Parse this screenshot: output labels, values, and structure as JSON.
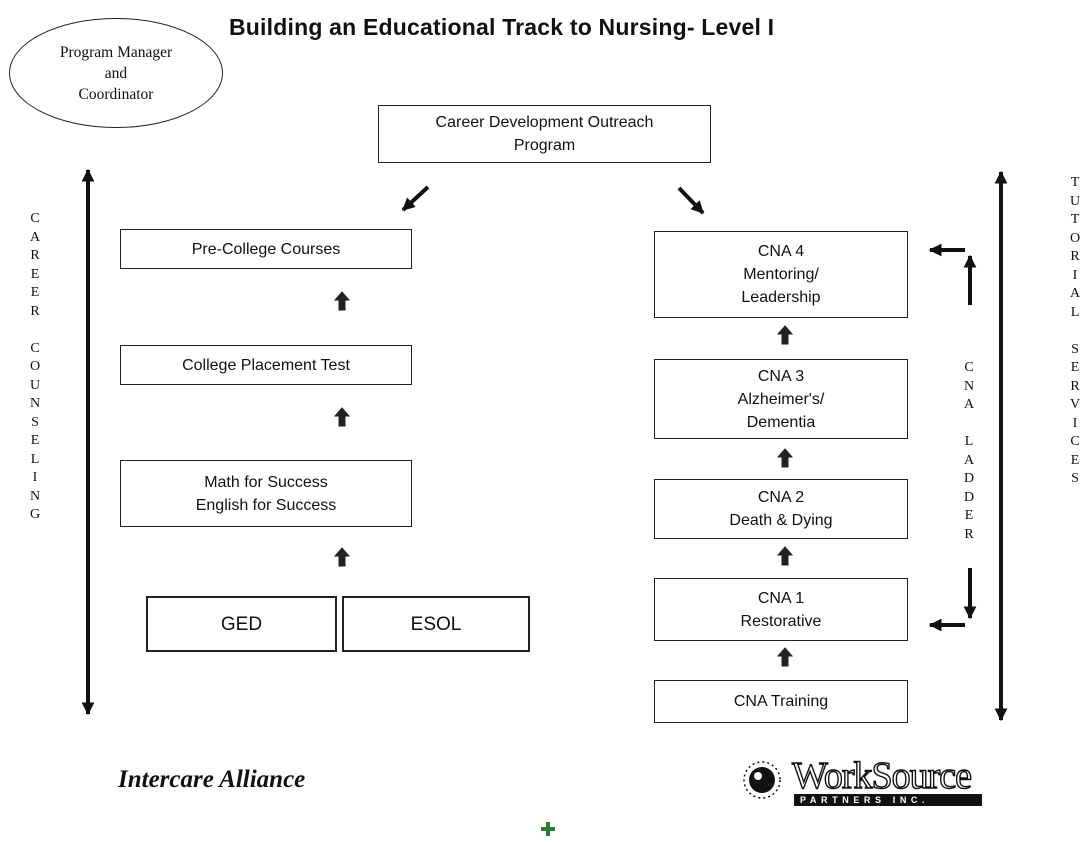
{
  "title": "Building an Educational Track to Nursing- Level I",
  "manager_ellipse": {
    "lines": [
      "Program Manager",
      "and",
      "Coordinator"
    ]
  },
  "outreach_box": {
    "lines": [
      "Career Development Outreach",
      "Program"
    ]
  },
  "left_track": {
    "pre_college": "Pre-College Courses",
    "placement_test": "College Placement Test",
    "success": {
      "lines": [
        "Math for Success",
        "English for Success"
      ]
    },
    "ged": "GED",
    "esol": "ESOL"
  },
  "right_track": {
    "cna4": {
      "lines": [
        "CNA 4",
        "Mentoring/",
        "Leadership"
      ]
    },
    "cna3": {
      "lines": [
        "CNA 3",
        "Alzheimer's/",
        "Dementia"
      ]
    },
    "cna2": {
      "lines": [
        "CNA 2",
        "Death & Dying"
      ]
    },
    "cna1": {
      "lines": [
        "CNA 1",
        "Restorative"
      ]
    },
    "training": "CNA Training"
  },
  "side_labels": {
    "career_counseling": [
      "C",
      "A",
      "R",
      "E",
      "E",
      "R",
      "",
      "C",
      "O",
      "U",
      "N",
      "S",
      "E",
      "L",
      "I",
      "N",
      "G"
    ],
    "cna_ladder": [
      "C",
      "N",
      "A",
      "",
      "L",
      "A",
      "D",
      "D",
      "E",
      "R"
    ],
    "tutorial_services": [
      "T",
      "U",
      "T",
      "O",
      "R",
      "I",
      "A",
      "L",
      "",
      "S",
      "E",
      "R",
      "V",
      "I",
      "C",
      "E",
      "S"
    ]
  },
  "footer": {
    "intercare": "Intercare Alliance",
    "worksource_name": "WorkSource",
    "worksource_sub": "PARTNERS INC."
  },
  "colors": {
    "ink": "#111111",
    "logo_green": "#2e7d32"
  }
}
